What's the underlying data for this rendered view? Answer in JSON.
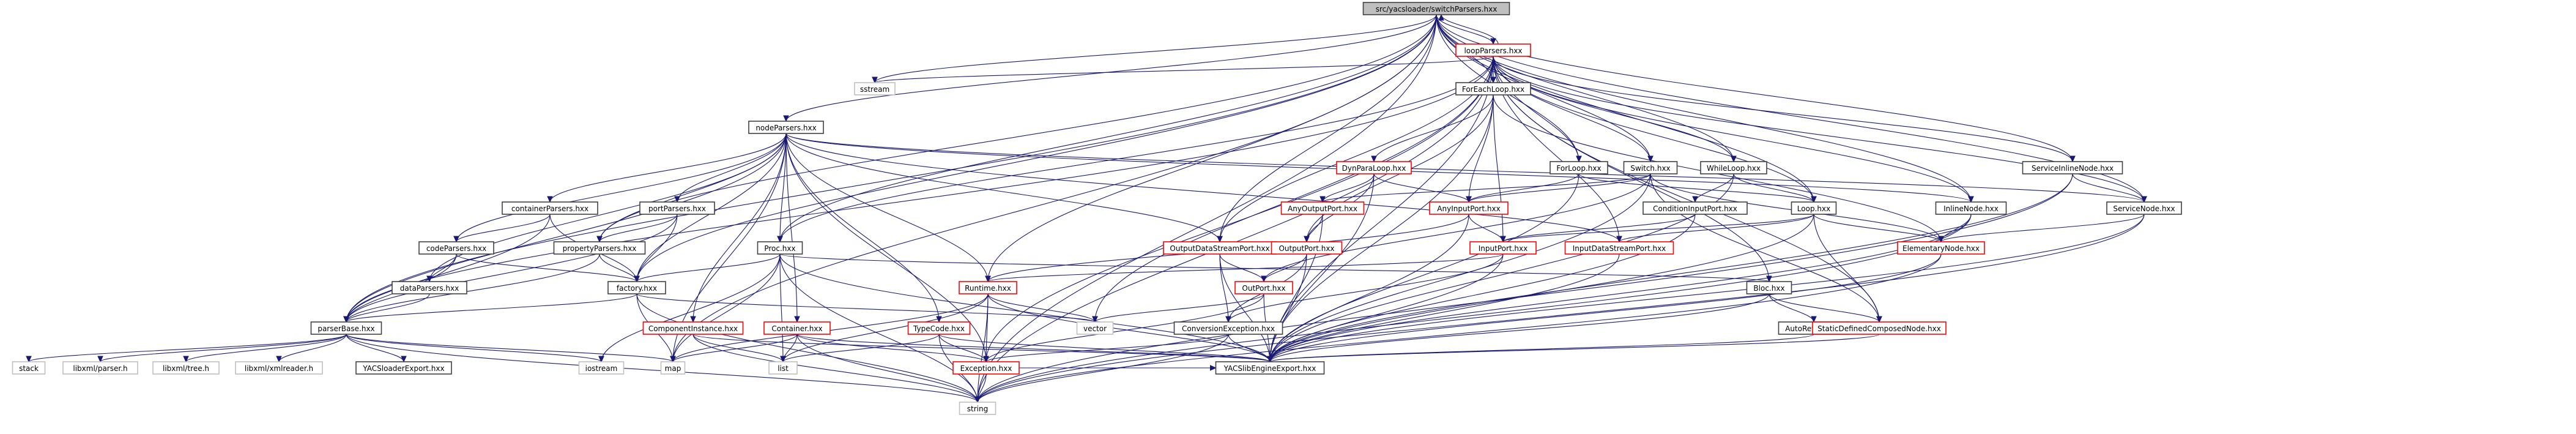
{
  "title": "src/yacsloader/switchParsers.hxx",
  "colors": {
    "edge": "#191970",
    "root_fill": "#bfbfbf",
    "truncated_border": "#ff0000",
    "normal_border": "#404040",
    "external_border": "#bfbfbf"
  },
  "nodes": [
    {
      "id": "switchParsers",
      "label": "src/yacsloader/switchParsers.hxx",
      "kind": "root",
      "row": 0,
      "col": 2348
    },
    {
      "id": "loopParsers",
      "label": "loopParsers.hxx",
      "kind": "trunc",
      "row": 1,
      "col": 2441
    },
    {
      "id": "sstream",
      "label": "sstream",
      "kind": "ext",
      "row": 2,
      "col": 1430
    },
    {
      "id": "ForEachLoop",
      "label": "ForEachLoop.hxx",
      "kind": "normal",
      "row": 2,
      "col": 2441
    },
    {
      "id": "nodeParsers",
      "label": "nodeParsers.hxx",
      "kind": "normal",
      "row": 3,
      "col": 1285
    },
    {
      "id": "DynParaLoop",
      "label": "DynParaLoop.hxx",
      "kind": "trunc",
      "row": 4,
      "col": 2246
    },
    {
      "id": "ForLoop",
      "label": "ForLoop.hxx",
      "kind": "normal",
      "row": 4,
      "col": 2581
    },
    {
      "id": "Switch",
      "label": "Switch.hxx",
      "kind": "normal",
      "row": 4,
      "col": 2698
    },
    {
      "id": "WhileLoop",
      "label": "WhileLoop.hxx",
      "kind": "normal",
      "row": 4,
      "col": 2834
    },
    {
      "id": "ServiceInlineNode",
      "label": "ServiceInlineNode.hxx",
      "kind": "normal",
      "row": 4,
      "col": 3388
    },
    {
      "id": "containerParsers",
      "label": "containerParsers.hxx",
      "kind": "normal",
      "row": 5,
      "col": 899
    },
    {
      "id": "portParsers",
      "label": "portParsers.hxx",
      "kind": "normal",
      "row": 5,
      "col": 1107
    },
    {
      "id": "AnyOutputPort",
      "label": "AnyOutputPort.hxx",
      "kind": "trunc",
      "row": 5,
      "col": 2162
    },
    {
      "id": "AnyInputPort",
      "label": "AnyInputPort.hxx",
      "kind": "trunc",
      "row": 5,
      "col": 2401
    },
    {
      "id": "ConditionInputPort",
      "label": "ConditionInputPort.hxx",
      "kind": "normal",
      "row": 5,
      "col": 2771
    },
    {
      "id": "Loop",
      "label": "Loop.hxx",
      "kind": "normal",
      "row": 5,
      "col": 2965
    },
    {
      "id": "InlineNode",
      "label": "InlineNode.hxx",
      "kind": "normal",
      "row": 5,
      "col": 3222
    },
    {
      "id": "ServiceNode",
      "label": "ServiceNode.hxx",
      "kind": "normal",
      "row": 5,
      "col": 3505
    },
    {
      "id": "codeParsers",
      "label": "codeParsers.hxx",
      "kind": "normal",
      "row": 6,
      "col": 746
    },
    {
      "id": "propertyParsers",
      "label": "propertyParsers.hxx",
      "kind": "normal",
      "row": 6,
      "col": 980
    },
    {
      "id": "Proc",
      "label": "Proc.hxx",
      "kind": "normal",
      "row": 6,
      "col": 1275
    },
    {
      "id": "OutputDataStreamPort",
      "label": "OutputDataStreamPort.hxx",
      "kind": "trunc",
      "row": 6,
      "col": 1994
    },
    {
      "id": "OutputPort",
      "label": "OutputPort.hxx",
      "kind": "trunc",
      "row": 6,
      "col": 2136
    },
    {
      "id": "InputPort",
      "label": "InputPort.hxx",
      "kind": "trunc",
      "row": 6,
      "col": 2457
    },
    {
      "id": "InputDataStreamPort",
      "label": "InputDataStreamPort.hxx",
      "kind": "trunc",
      "row": 6,
      "col": 2647
    },
    {
      "id": "ElementaryNode",
      "label": "ElementaryNode.hxx",
      "kind": "trunc",
      "row": 6,
      "col": 3173
    },
    {
      "id": "dataParsers",
      "label": "dataParsers.hxx",
      "kind": "normal",
      "row": 7,
      "col": 702
    },
    {
      "id": "factory",
      "label": "factory.hxx",
      "kind": "normal",
      "row": 7,
      "col": 1041
    },
    {
      "id": "Runtime",
      "label": "Runtime.hxx",
      "kind": "trunc",
      "row": 7,
      "col": 1615
    },
    {
      "id": "OutPort",
      "label": "OutPort.hxx",
      "kind": "trunc",
      "row": 7,
      "col": 2066
    },
    {
      "id": "Bloc",
      "label": "Bloc.hxx",
      "kind": "normal",
      "row": 7,
      "col": 2892
    },
    {
      "id": "parserBase",
      "label": "parserBase.hxx",
      "kind": "normal",
      "row": 8,
      "col": 566
    },
    {
      "id": "ComponentInstance",
      "label": "ComponentInstance.hxx",
      "kind": "trunc",
      "row": 8,
      "col": 1133
    },
    {
      "id": "Container",
      "label": "Container.hxx",
      "kind": "trunc",
      "row": 8,
      "col": 1303
    },
    {
      "id": "TypeCode",
      "label": "TypeCode.hxx",
      "kind": "trunc",
      "row": 8,
      "col": 1535
    },
    {
      "id": "vector",
      "label": "vector",
      "kind": "ext",
      "row": 8,
      "col": 1790
    },
    {
      "id": "ConversionException",
      "label": "ConversionException.hxx",
      "kind": "normal",
      "row": 8,
      "col": 2008
    },
    {
      "id": "AutoRefCnt",
      "label": "AutoRefCnt.hxx",
      "kind": "normal",
      "row": 8,
      "col": 2965
    },
    {
      "id": "StaticDefinedComposedNode",
      "label": "StaticDefinedComposedNode.hxx",
      "kind": "trunc",
      "row": 8,
      "col": 3072
    },
    {
      "id": "stack",
      "label": "stack",
      "kind": "ext",
      "row": 9,
      "col": 47
    },
    {
      "id": "libxml_parser",
      "label": "libxml/parser.h",
      "kind": "ext",
      "row": 9,
      "col": 164
    },
    {
      "id": "libxml_tree",
      "label": "libxml/tree.h",
      "kind": "ext",
      "row": 9,
      "col": 304
    },
    {
      "id": "libxml_xmlreader",
      "label": "libxml/xmlreader.h",
      "kind": "ext",
      "row": 9,
      "col": 456
    },
    {
      "id": "YACSloaderExport",
      "label": "YACSloaderExport.hxx",
      "kind": "normal",
      "row": 9,
      "col": 660
    },
    {
      "id": "iostream",
      "label": "iostream",
      "kind": "ext",
      "row": 9,
      "col": 983
    },
    {
      "id": "map",
      "label": "map",
      "kind": "ext",
      "row": 9,
      "col": 1100
    },
    {
      "id": "list",
      "label": "list",
      "kind": "ext",
      "row": 9,
      "col": 1280
    },
    {
      "id": "Exception",
      "label": "Exception.hxx",
      "kind": "trunc",
      "row": 9,
      "col": 1612
    },
    {
      "id": "YACSlibEngineExport",
      "label": "YACSlibEngineExport.hxx",
      "kind": "normal",
      "row": 9,
      "col": 2076
    },
    {
      "id": "string",
      "label": "string",
      "kind": "ext",
      "row": 10,
      "col": 1598
    }
  ],
  "edges": [
    [
      "switchParsers",
      "loopParsers"
    ],
    [
      "loopParsers",
      "switchParsers"
    ],
    [
      "switchParsers",
      "sstream"
    ],
    [
      "switchParsers",
      "ForEachLoop"
    ],
    [
      "switchParsers",
      "nodeParsers"
    ],
    [
      "switchParsers",
      "ForLoop"
    ],
    [
      "switchParsers",
      "Switch"
    ],
    [
      "switchParsers",
      "WhileLoop"
    ],
    [
      "switchParsers",
      "ServiceInlineNode"
    ],
    [
      "switchParsers",
      "Loop"
    ],
    [
      "switchParsers",
      "InlineNode"
    ],
    [
      "switchParsers",
      "ServiceNode"
    ],
    [
      "switchParsers",
      "propertyParsers"
    ],
    [
      "switchParsers",
      "Proc"
    ],
    [
      "switchParsers",
      "factory"
    ],
    [
      "switchParsers",
      "parserBase"
    ],
    [
      "switchParsers",
      "map"
    ],
    [
      "switchParsers",
      "string"
    ],
    [
      "switchParsers",
      "Runtime"
    ],
    [
      "switchParsers",
      "OutputDataStreamPort"
    ],
    [
      "loopParsers",
      "sstream"
    ],
    [
      "loopParsers",
      "ForEachLoop"
    ],
    [
      "loopParsers",
      "ForLoop"
    ],
    [
      "loopParsers",
      "Switch"
    ],
    [
      "loopParsers",
      "WhileLoop"
    ],
    [
      "loopParsers",
      "ServiceInlineNode"
    ],
    [
      "loopParsers",
      "ServiceNode"
    ],
    [
      "loopParsers",
      "InlineNode"
    ],
    [
      "loopParsers",
      "Loop"
    ],
    [
      "loopParsers",
      "parserBase"
    ],
    [
      "loopParsers",
      "Proc"
    ],
    [
      "loopParsers",
      "vector"
    ],
    [
      "loopParsers",
      "Exception"
    ],
    [
      "loopParsers",
      "InputDataStreamPort"
    ],
    [
      "loopParsers",
      "OutputDataStreamPort"
    ],
    [
      "loopParsers",
      "StaticDefinedComposedNode"
    ],
    [
      "loopParsers",
      "YACSlibEngineExport"
    ],
    [
      "loopParsers",
      "string"
    ],
    [
      "loopParsers",
      "Bloc"
    ],
    [
      "ForEachLoop",
      "DynParaLoop"
    ],
    [
      "ForEachLoop",
      "AnyInputPort"
    ],
    [
      "ForEachLoop",
      "ElementaryNode"
    ],
    [
      "ForEachLoop",
      "OutputPort"
    ],
    [
      "ForEachLoop",
      "YACSlibEngineExport"
    ],
    [
      "ForEachLoop",
      "InputPort"
    ],
    [
      "nodeParsers",
      "containerParsers"
    ],
    [
      "nodeParsers",
      "portParsers"
    ],
    [
      "nodeParsers",
      "propertyParsers"
    ],
    [
      "nodeParsers",
      "codeParsers"
    ],
    [
      "nodeParsers",
      "dataParsers"
    ],
    [
      "nodeParsers",
      "factory"
    ],
    [
      "nodeParsers",
      "Proc"
    ],
    [
      "nodeParsers",
      "parserBase"
    ],
    [
      "nodeParsers",
      "Runtime"
    ],
    [
      "nodeParsers",
      "TypeCode"
    ],
    [
      "nodeParsers",
      "Container"
    ],
    [
      "nodeParsers",
      "ComponentInstance"
    ],
    [
      "nodeParsers",
      "OutputDataStreamPort"
    ],
    [
      "nodeParsers",
      "InputDataStreamPort"
    ],
    [
      "nodeParsers",
      "InlineNode"
    ],
    [
      "nodeParsers",
      "ServiceNode"
    ],
    [
      "nodeParsers",
      "Exception"
    ],
    [
      "nodeParsers",
      "map"
    ],
    [
      "DynParaLoop",
      "AnyOutputPort"
    ],
    [
      "DynParaLoop",
      "AnyInputPort"
    ],
    [
      "DynParaLoop",
      "OutputPort"
    ],
    [
      "DynParaLoop",
      "YACSlibEngineExport"
    ],
    [
      "ForLoop",
      "AnyInputPort"
    ],
    [
      "ForLoop",
      "Loop"
    ],
    [
      "ForLoop",
      "YACSlibEngineExport"
    ],
    [
      "Switch",
      "AnyInputPort"
    ],
    [
      "Switch",
      "AnyOutputPort"
    ],
    [
      "Switch",
      "StaticDefinedComposedNode"
    ],
    [
      "Switch",
      "OutPort"
    ],
    [
      "Switch",
      "YACSlibEngineExport"
    ],
    [
      "Switch",
      "ElementaryNode"
    ],
    [
      "WhileLoop",
      "ConditionInputPort"
    ],
    [
      "WhileLoop",
      "Loop"
    ],
    [
      "WhileLoop",
      "YACSlibEngineExport"
    ],
    [
      "ServiceInlineNode",
      "ServiceNode"
    ],
    [
      "ServiceInlineNode",
      "YACSlibEngineExport"
    ],
    [
      "ServiceInlineNode",
      "string"
    ],
    [
      "containerParsers",
      "codeParsers"
    ],
    [
      "containerParsers",
      "factory"
    ],
    [
      "containerParsers",
      "parserBase"
    ],
    [
      "portParsers",
      "propertyParsers"
    ],
    [
      "portParsers",
      "factory"
    ],
    [
      "portParsers",
      "parserBase"
    ],
    [
      "AnyOutputPort",
      "OutputPort"
    ],
    [
      "AnyOutputPort",
      "YACSlibEngineExport"
    ],
    [
      "AnyInputPort",
      "InputPort"
    ],
    [
      "AnyInputPort",
      "YACSlibEngineExport"
    ],
    [
      "AnyInputPort",
      "Runtime"
    ],
    [
      "ConditionInputPort",
      "InputPort"
    ],
    [
      "ConditionInputPort",
      "YACSlibEngineExport"
    ],
    [
      "Loop",
      "InputPort"
    ],
    [
      "Loop",
      "ElementaryNode"
    ],
    [
      "Loop",
      "StaticDefinedComposedNode"
    ],
    [
      "Loop",
      "YACSlibEngineExport"
    ],
    [
      "Loop",
      "InputDataStreamPort"
    ],
    [
      "InlineNode",
      "ElementaryNode"
    ],
    [
      "InlineNode",
      "YACSlibEngineExport"
    ],
    [
      "InlineNode",
      "string"
    ],
    [
      "ServiceNode",
      "ElementaryNode"
    ],
    [
      "ServiceNode",
      "YACSlibEngineExport"
    ],
    [
      "ServiceNode",
      "string"
    ],
    [
      "codeParsers",
      "dataParsers"
    ],
    [
      "codeParsers",
      "parserBase"
    ],
    [
      "codeParsers",
      "factory"
    ],
    [
      "propertyParsers",
      "factory"
    ],
    [
      "propertyParsers",
      "parserBase"
    ],
    [
      "Proc",
      "factory"
    ],
    [
      "Proc",
      "Bloc"
    ],
    [
      "Proc",
      "map"
    ],
    [
      "Proc",
      "list"
    ],
    [
      "Proc",
      "iostream"
    ],
    [
      "Proc",
      "string"
    ],
    [
      "Proc",
      "YACSlibEngineExport"
    ],
    [
      "OutputDataStreamPort",
      "OutPort"
    ],
    [
      "OutputDataStreamPort",
      "ConversionException"
    ],
    [
      "OutputDataStreamPort",
      "YACSlibEngineExport"
    ],
    [
      "OutputPort",
      "OutPort"
    ],
    [
      "OutputPort",
      "ConversionException"
    ],
    [
      "OutputPort",
      "YACSlibEngineExport"
    ],
    [
      "InputPort",
      "Runtime"
    ],
    [
      "InputPort",
      "ConversionException"
    ],
    [
      "InputPort",
      "YACSlibEngineExport"
    ],
    [
      "InputDataStreamPort",
      "YACSlibEngineExport"
    ],
    [
      "ElementaryNode",
      "YACSlibEngineExport"
    ],
    [
      "ElementaryNode",
      "string"
    ],
    [
      "dataParsers",
      "parserBase"
    ],
    [
      "factory",
      "parserBase"
    ],
    [
      "factory",
      "map"
    ],
    [
      "factory",
      "string"
    ],
    [
      "factory",
      "vector"
    ],
    [
      "Runtime",
      "vector"
    ],
    [
      "Runtime",
      "list"
    ],
    [
      "Runtime",
      "map"
    ],
    [
      "Runtime",
      "string"
    ],
    [
      "Runtime",
      "Exception"
    ],
    [
      "Runtime",
      "YACSlibEngineExport"
    ],
    [
      "OutPort",
      "vector"
    ],
    [
      "OutPort",
      "Exception"
    ],
    [
      "OutPort",
      "YACSlibEngineExport"
    ],
    [
      "Bloc",
      "AutoRefCnt"
    ],
    [
      "Bloc",
      "StaticDefinedComposedNode"
    ],
    [
      "Bloc",
      "YACSlibEngineExport"
    ],
    [
      "parserBase",
      "stack"
    ],
    [
      "parserBase",
      "libxml_parser"
    ],
    [
      "parserBase",
      "libxml_tree"
    ],
    [
      "parserBase",
      "libxml_xmlreader"
    ],
    [
      "parserBase",
      "YACSloaderExport"
    ],
    [
      "parserBase",
      "iostream"
    ],
    [
      "parserBase",
      "map"
    ],
    [
      "parserBase",
      "string"
    ],
    [
      "ComponentInstance",
      "list"
    ],
    [
      "ComponentInstance",
      "string"
    ],
    [
      "ComponentInstance",
      "YACSlibEngineExport"
    ],
    [
      "Container",
      "list"
    ],
    [
      "Container",
      "map"
    ],
    [
      "Container",
      "Exception"
    ],
    [
      "Container",
      "YACSlibEngineExport"
    ],
    [
      "Container",
      "string"
    ],
    [
      "TypeCode",
      "list"
    ],
    [
      "TypeCode",
      "Exception"
    ],
    [
      "TypeCode",
      "string"
    ],
    [
      "TypeCode",
      "YACSlibEngineExport"
    ],
    [
      "ConversionException",
      "Exception"
    ],
    [
      "ConversionException",
      "YACSlibEngineExport"
    ],
    [
      "ConversionException",
      "string"
    ],
    [
      "AutoRefCnt",
      "YACSlibEngineExport"
    ],
    [
      "StaticDefinedComposedNode",
      "YACSlibEngineExport"
    ],
    [
      "Exception",
      "YACSlibEngineExport"
    ],
    [
      "Exception",
      "string"
    ]
  ]
}
